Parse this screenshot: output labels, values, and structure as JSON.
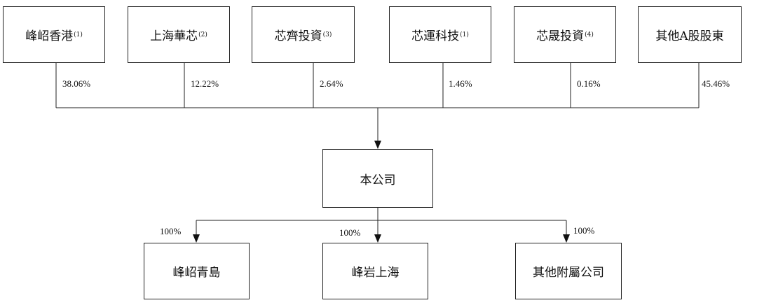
{
  "shareholders": [
    {
      "name": "峰岹香港",
      "note": "(1)",
      "pct": "38.06%"
    },
    {
      "name": "上海華芯",
      "note": "(2)",
      "pct": "12.22%"
    },
    {
      "name": "芯齊投資",
      "note": "(3)",
      "pct": "2.64%"
    },
    {
      "name": "芯運科技",
      "note": "(1)",
      "pct": "1.46%"
    },
    {
      "name": "芯晟投資",
      "note": "(4)",
      "pct": "0.16%"
    },
    {
      "name": "其他A股股東",
      "note": "",
      "pct": "45.46%"
    }
  ],
  "company": {
    "name": "本公司"
  },
  "subsidiaries": [
    {
      "name": "峰岹青島",
      "pct": "100%"
    },
    {
      "name": "峰岩上海",
      "pct": "100%"
    },
    {
      "name": "其他附屬公司",
      "pct": "100%"
    }
  ]
}
